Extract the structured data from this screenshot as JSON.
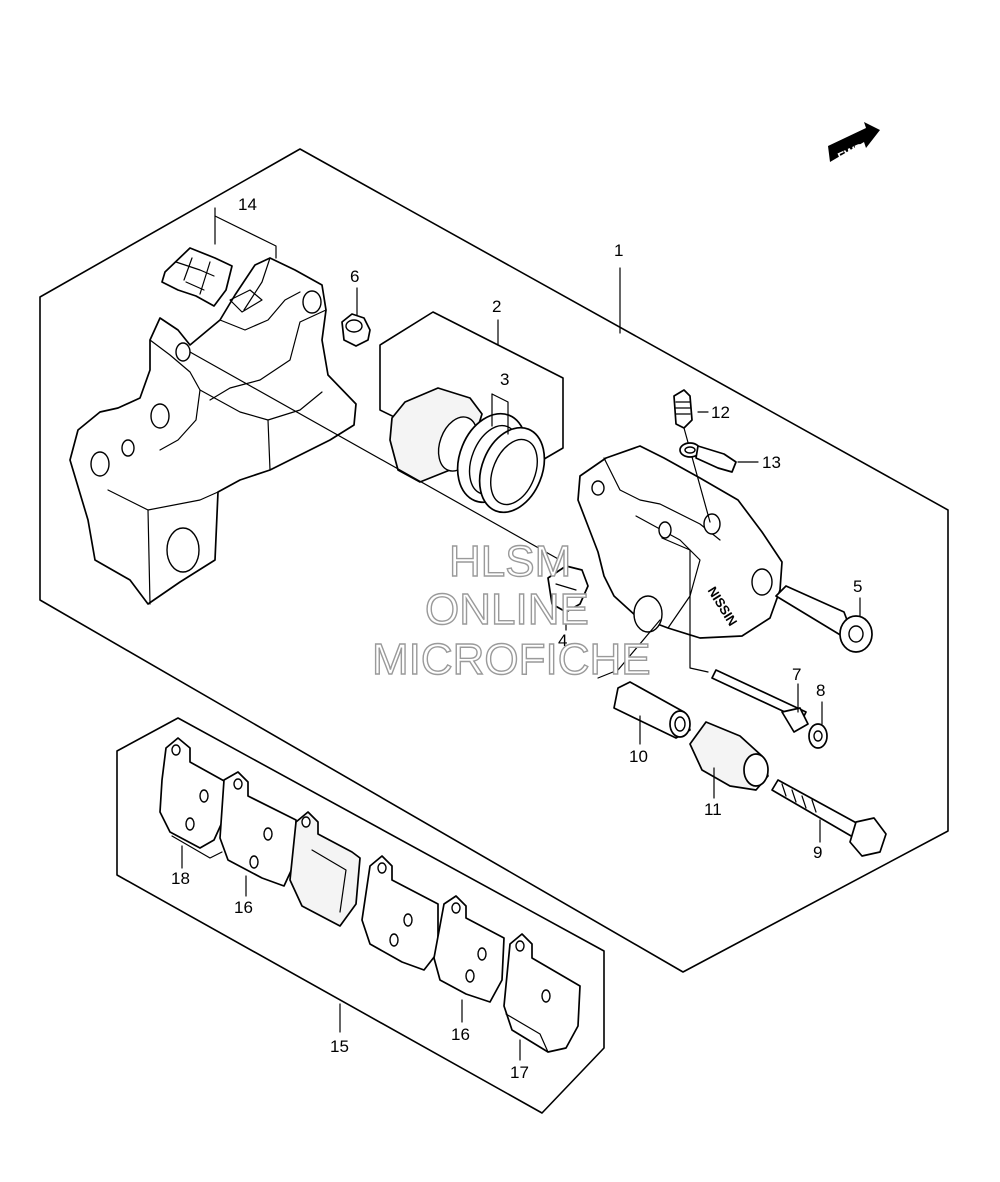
{
  "fwd_label": "FWD",
  "caliper_marking": "NISSIN",
  "watermark": {
    "line1": "HLSM",
    "line2": "ONLINE",
    "line3": "MICROFICHE"
  },
  "callouts": {
    "p1": "1",
    "p2": "2",
    "p3": "3",
    "p4": "4",
    "p5": "5",
    "p6": "6",
    "p7": "7",
    "p8": "8",
    "p9": "9",
    "p10": "10",
    "p11": "11",
    "p12": "12",
    "p13": "13",
    "p14": "14",
    "p15": "15",
    "p16a": "16",
    "p16b": "16",
    "p17": "17",
    "p18": "18"
  }
}
